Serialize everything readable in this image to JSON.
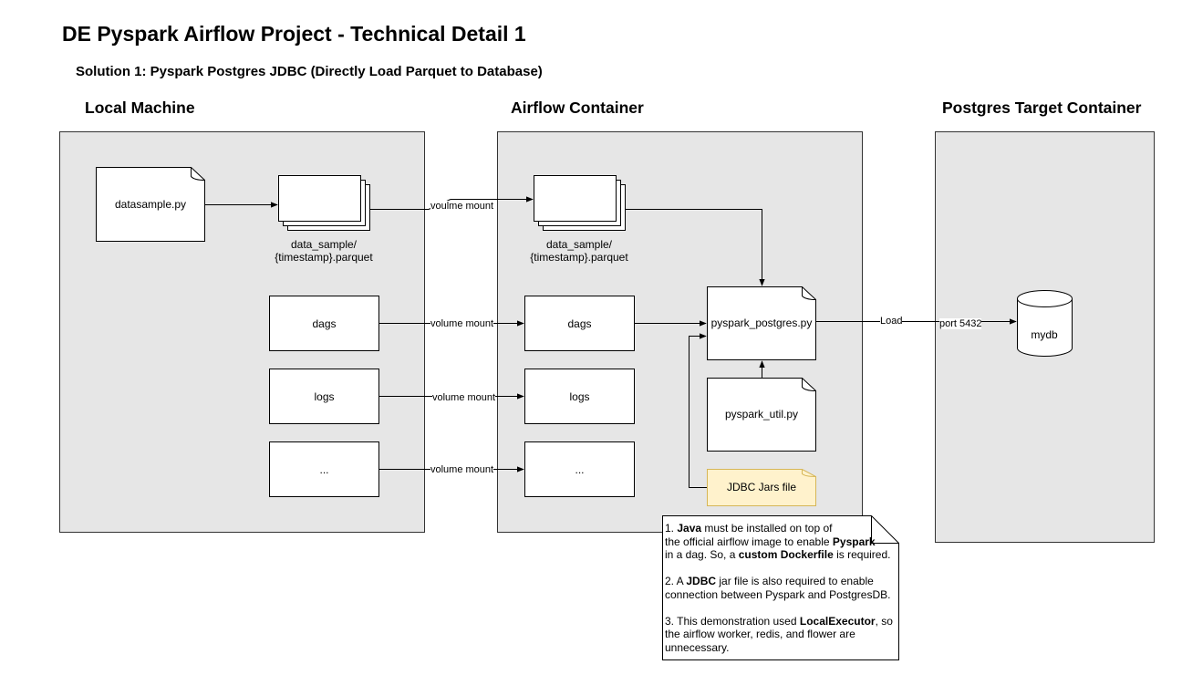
{
  "title": "DE Pyspark Airflow Project - Technical Detail 1",
  "subtitle": "Solution 1: Pyspark Postgres JDBC (Directly Load Parquet to Database)",
  "local": {
    "heading": "Local Machine",
    "datasample": "datasample.py",
    "parquet_line1": "data_sample/",
    "parquet_line2": "{timestamp}.parquet",
    "dags": "dags",
    "logs": "logs",
    "more": "..."
  },
  "airflow": {
    "heading": "Airflow Container",
    "parquet_line1": "data_sample/",
    "parquet_line2": "{timestamp}.parquet",
    "dags": "dags",
    "logs": "logs",
    "more": "...",
    "pyspark_postgres": "pyspark_postgres.py",
    "pyspark_util": "pyspark_util.py",
    "jdbc": "JDBC Jars file"
  },
  "postgres": {
    "heading": "Postgres Target Container",
    "db": "mydb"
  },
  "edges": {
    "parquet_mount": "voulme mount",
    "dags_mount": "volume mount",
    "logs_mount": "volume mount",
    "more_mount": "volume mount",
    "load": "Load",
    "port": "port 5432"
  },
  "note": {
    "p1_a": "1. ",
    "p1_b": "Java",
    "p1_c": " must be installed on top of\nthe official airflow image to enable ",
    "p1_d": "Pyspark",
    "p1_e": "\nin a dag. So, a ",
    "p1_f": "custom Dockerfile",
    "p1_g": " is required.",
    "p2_a": "2. A ",
    "p2_b": "JDBC",
    "p2_c": " jar file is also required to enable\nconnection between Pyspark and PostgresDB.",
    "p3_a": "3. This demonstration used ",
    "p3_b": "LocalExecutor",
    "p3_c": ", so\nthe airflow worker, redis, and flower are\nunnecessary."
  },
  "colors": {
    "container_fill": "#e6e6e6",
    "jdbc_fill": "#fff2cc",
    "jdbc_stroke": "#d6b656"
  }
}
